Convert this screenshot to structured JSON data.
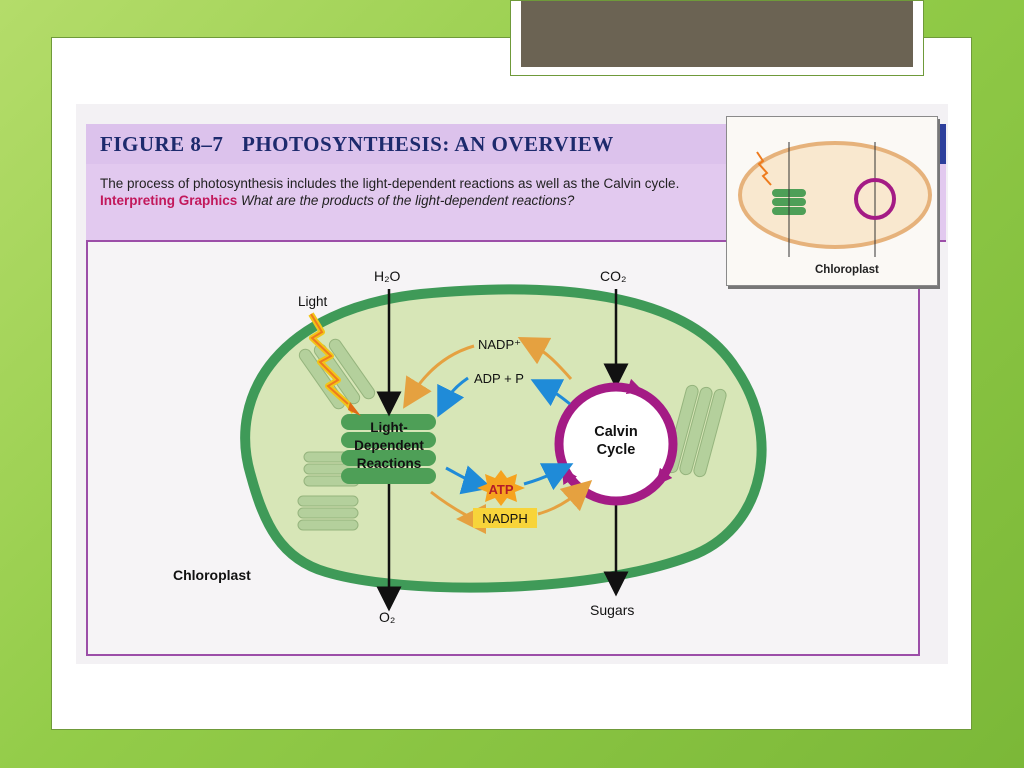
{
  "figure": {
    "label": "FIGURE 8–7",
    "title": "PHOTOSYNTHESIS: AN OVERVIEW",
    "caption_text": "The process of photosynthesis includes the light-dependent reactions as well as the Calvin cycle.",
    "caption_heading": "Interpreting Graphics",
    "caption_question": "What are the products of the light-dependent reactions?"
  },
  "inset": {
    "label": "Chloroplast"
  },
  "diagram": {
    "h2o": "H₂O",
    "co2": "CO₂",
    "light": "Light",
    "light_dependent_line1": "Light-",
    "light_dependent_line2": "Dependent",
    "light_dependent_line3": "Reactions",
    "calvin_line1": "Calvin",
    "calvin_line2": "Cycle",
    "nadp": "NADP⁺",
    "adp": "ADP + P",
    "atp": "ATP",
    "nadph": "NADPH",
    "chloroplast": "Chloroplast",
    "o2": "O₂",
    "sugars": "Sugars"
  },
  "colors": {
    "membrane": "#3f9a58",
    "stroma": "#d7e6b7",
    "calvin_ring": "#a41b85",
    "orange_arrow": "#e5a140",
    "blue_arrow": "#1f8bd8",
    "atp_star": "#f6a31e"
  }
}
